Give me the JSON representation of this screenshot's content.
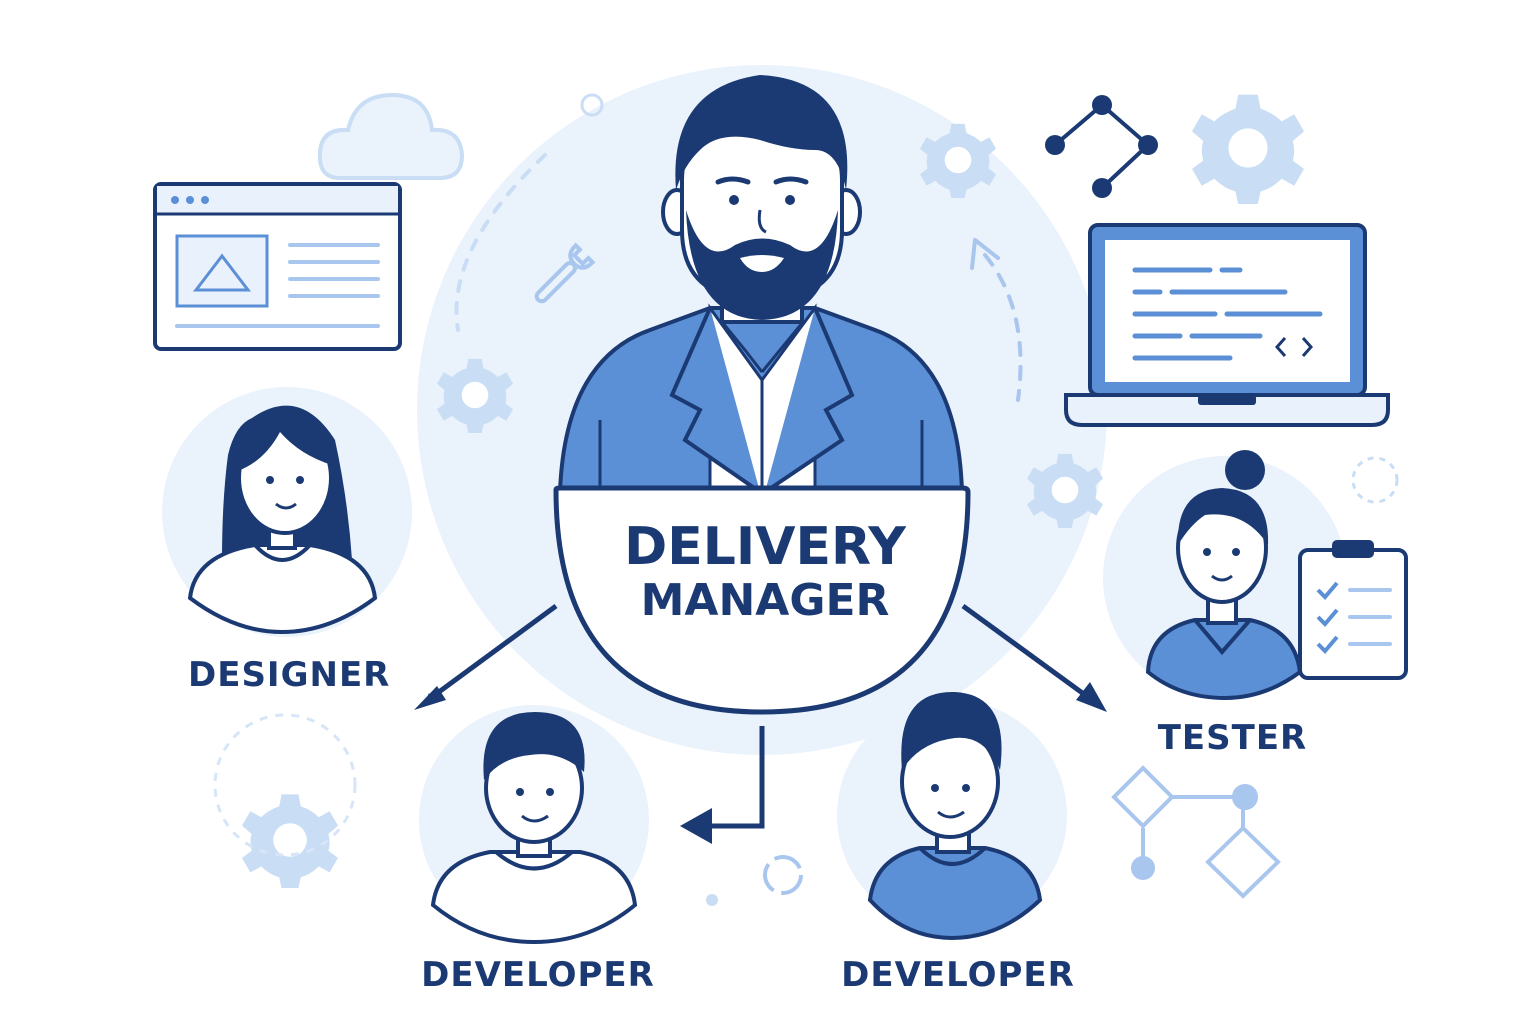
{
  "colors": {
    "navy": "#1b3a73",
    "mid_blue": "#5b8fd6",
    "light_blue": "#c9ddf5",
    "pale_blue": "#e8f1fc",
    "white": "#ffffff"
  },
  "center": {
    "title_line1": "DELIVERY",
    "title_line2": "MANAGER",
    "role_icon": "bearded-manager-avatar"
  },
  "roles": [
    {
      "label": "DESIGNER",
      "icon": "designer-avatar"
    },
    {
      "label": "DEVELOPER",
      "icon": "developer-avatar"
    },
    {
      "label": "DEVELOPER",
      "icon": "developer-avatar"
    },
    {
      "label": "TESTER",
      "icon": "tester-avatar-with-clipboard"
    }
  ],
  "decorations": [
    "cloud-icon",
    "browser-window-icon",
    "gear-icon",
    "wrench-icon",
    "laptop-code-icon",
    "node-graph-icon",
    "flowchart-icon",
    "clipboard-checklist-icon"
  ]
}
